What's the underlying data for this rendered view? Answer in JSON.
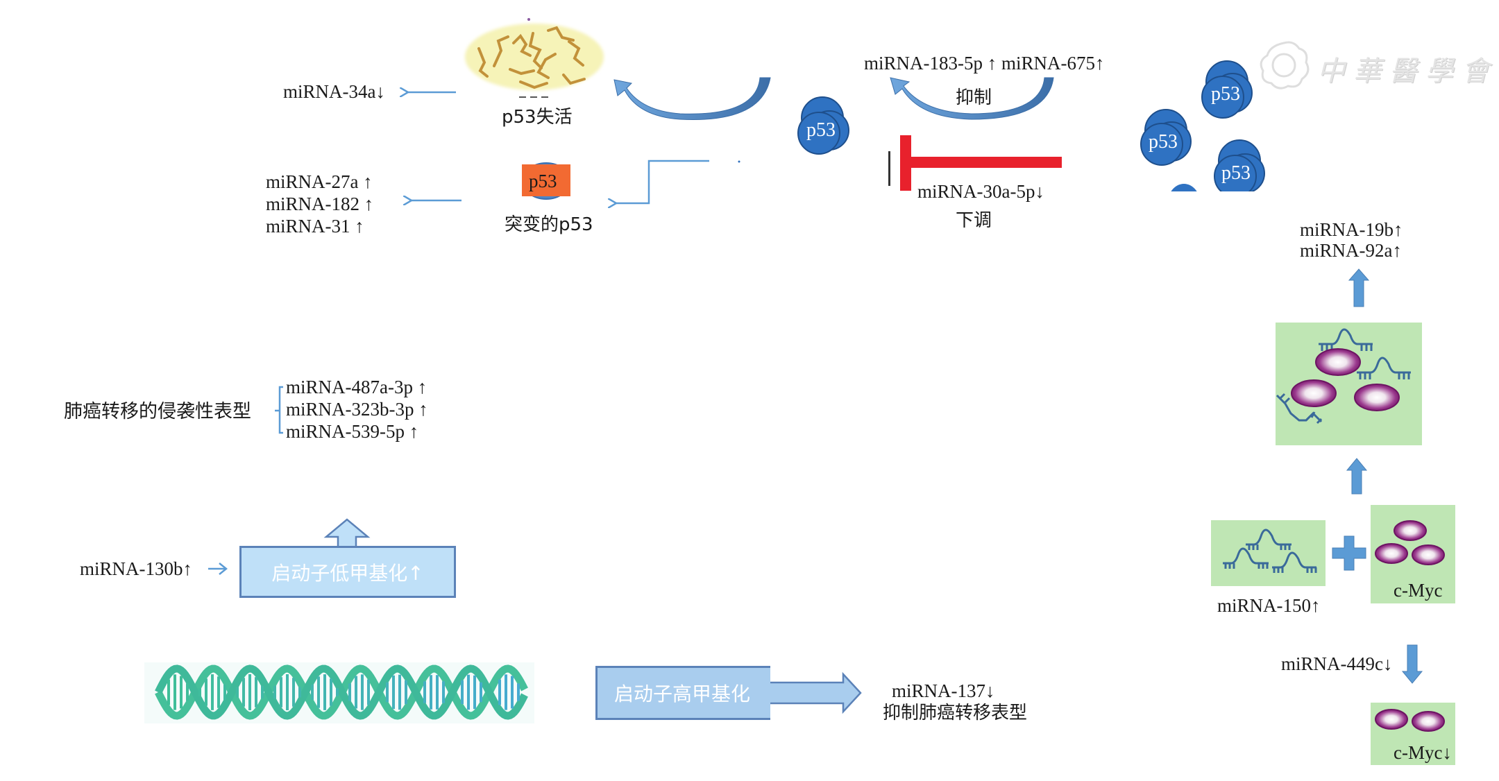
{
  "watermark": {
    "text": "中華醫學會"
  },
  "top_left": {
    "inactive_p53": {
      "label": "p53失活",
      "result": "miRNA-34a↓"
    },
    "mutant_p53": {
      "badge": "p53",
      "label": "突变的p53",
      "results": [
        "miRNA-27a ↑",
        "miRNA-182 ↑",
        "miRNA-31 ↑"
      ]
    },
    "center_p53": {
      "label": "p53"
    }
  },
  "top_middle": {
    "mirnas_up": "miRNA-183-5p ↑ miRNA-675↑",
    "inhibit_label": "抑制",
    "mirna_down": "miRNA-30a-5p↓",
    "downregulate_label": "下调"
  },
  "top_right": {
    "p53_labels": [
      "p53",
      "p53",
      "p53"
    ]
  },
  "phenotype": {
    "label": "肺癌转移的侵袭性表型",
    "mirnas": [
      "miRNA-487a-3p ↑",
      "miRNA-323b-3p ↑",
      "miRNA-539-5p ↑"
    ]
  },
  "hypomethylation": {
    "mirna": "miRNA-130b↑",
    "box_label": "启动子低甲基化↑"
  },
  "hypermethylation": {
    "box_label": "启动子高甲基化",
    "mirna": "miRNA-137↓",
    "effect": "抑制肺癌转移表型"
  },
  "myc_pathway": {
    "upstream_mirnas": [
      "miRNA-19b↑",
      "miRNA-92a↑"
    ],
    "mirna150": "miRNA-150↑",
    "cmyc": "c-Myc",
    "mirna449c": "miRNA-449c↓",
    "cmyc_down": "c-Myc↓"
  },
  "colors": {
    "arrow_blue": "#5b9bd5",
    "p53_blue": "#2e6fbd",
    "inhibit_red": "#e8212c",
    "mutant_orange": "#f26a32",
    "green_panel": "#bfe6b4",
    "box_blue": "#a9cdee",
    "dna_teal": "#3fbf96",
    "myc_purple": "#8a1f7a"
  }
}
